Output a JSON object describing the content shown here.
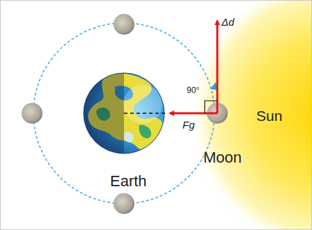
{
  "diagram": {
    "labels": [
      "Δd",
      "90°",
      "Fg",
      "Sun",
      "Earth",
      "Moon"
    ]
  }
}
